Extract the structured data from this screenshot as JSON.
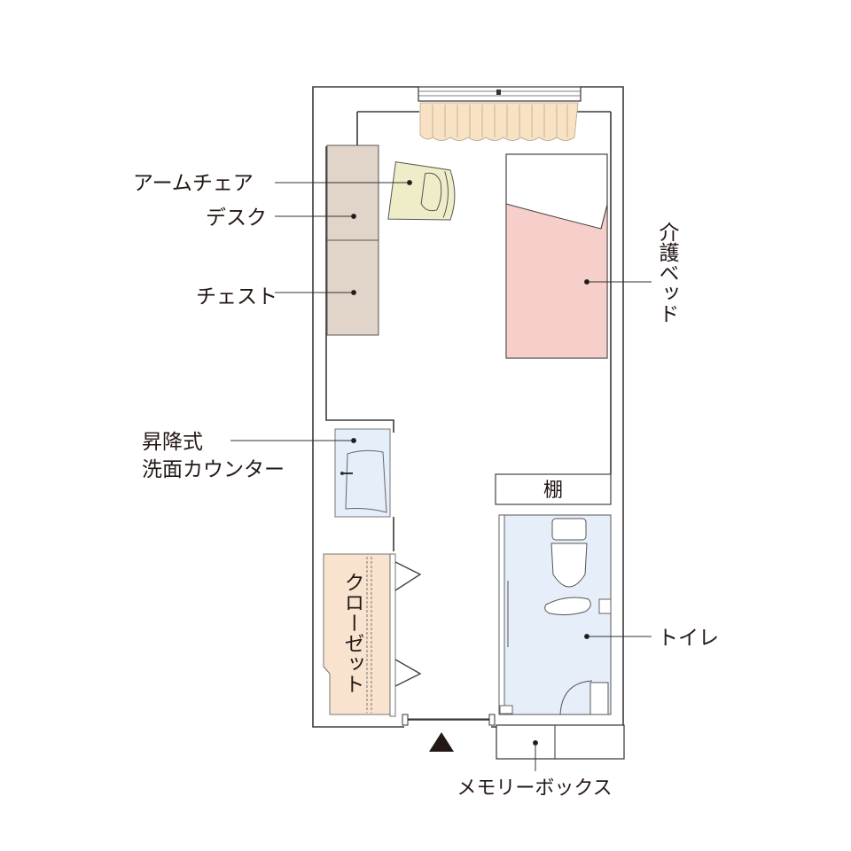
{
  "labels": {
    "armchair": "アームチェア",
    "desk": "デスク",
    "chest": "チェスト",
    "counter_line1": "昇降式",
    "counter_line2": "洗面カウンター",
    "closet": "クローゼット",
    "bed": "介護ベッド",
    "shelf": "棚",
    "toilet": "トイレ",
    "memory_box": "メモリーボックス"
  },
  "colors": {
    "wall": "#333333",
    "furniture_wood": "#e1d4c8",
    "armchair": "#eeedc8",
    "bed_cover": "#f6cfca",
    "sink": "#e4eff9",
    "toilet_floor": "#e6eff9",
    "closet": "#f9e3cf",
    "curtain": "#f9e2c4",
    "text": "#231815"
  },
  "icons": {
    "entrance": "triangle-up-icon"
  }
}
